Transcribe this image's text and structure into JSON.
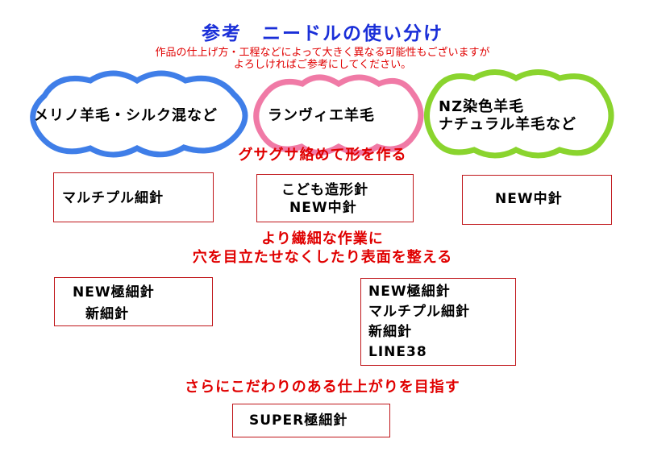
{
  "title": "参考　ニードルの使い分け",
  "note_lines": [
    "作品の仕上げ方・工程などによって大きく異なる可能性もございますが",
    "よろしければご参考にしてください。"
  ],
  "clouds": [
    {
      "lines": [
        "メリノ羊毛・シルク混など"
      ],
      "color": "#3f7ee8"
    },
    {
      "lines": [
        "ランヴィエ羊毛"
      ],
      "color": "#f07aa6"
    },
    {
      "lines": [
        "NZ染色羊毛",
        "ナチュラル羊毛など"
      ],
      "color": "#8ad42e"
    }
  ],
  "headings": {
    "stage1": "グサグサ絡めて形を作る",
    "stage2_line1": "より繊細な作業に",
    "stage2_line2": "穴を目立たせなくしたり表面を整える",
    "stage3": "さらにこだわりのある仕上がりを目指す"
  },
  "boxes": {
    "merino_stage1": [
      "マルチプル細針"
    ],
    "rambouillet_stage1": [
      "こども造形針",
      "NEW中針"
    ],
    "nz_stage1": [
      "NEW中針"
    ],
    "merino_stage2": [
      "NEW極細針",
      "新細針"
    ],
    "nz_stage2": [
      "NEW極細針",
      "マルチプル細針",
      "新細針",
      "LINE38"
    ],
    "stage3": [
      "SUPER極細針"
    ]
  },
  "accent_colors": {
    "title": "#1a2fd8",
    "heading": "#e00000",
    "box_border": "#c0161a"
  }
}
